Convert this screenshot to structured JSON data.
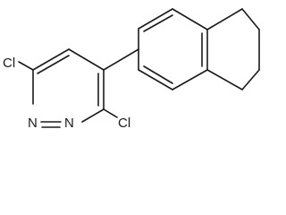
{
  "molecule": {
    "atoms": {
      "cl_left": "Cl",
      "n1": "N",
      "n2": "N",
      "cl_right": "Cl"
    }
  }
}
